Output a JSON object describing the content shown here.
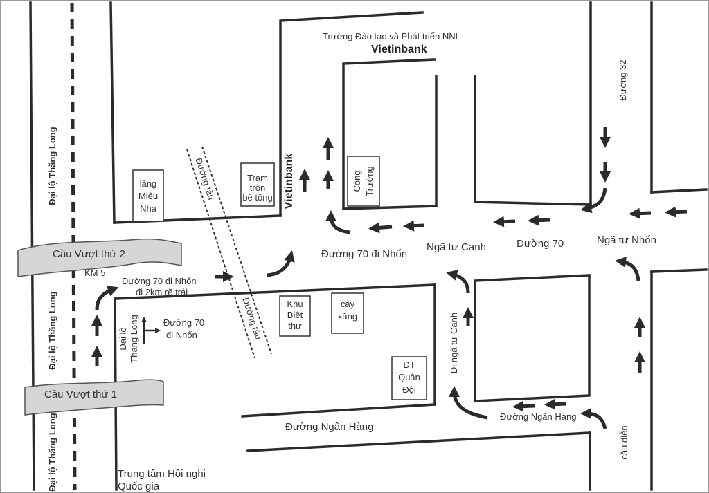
{
  "colors": {
    "road": "#2b2b2b",
    "bridge_fill": "#d6d6d6",
    "frame": "#999999",
    "text": "#333333"
  },
  "labels": {
    "dai_lo_top": "Đại lộ Thăng Long",
    "dai_lo_mid": "Đại lộ Thăng Long",
    "dai_lo_bottom": "Đại lộ Thăng Long",
    "cau_vuot_2": "Cầu Vượt thứ 2",
    "cau_vuot_1": "Cầu Vượt thứ 1",
    "km5": "KM 5",
    "duong70_nhon_line1": "Đường 70 đi Nhổn",
    "duong70_nhon_line2": "đi 2km rẽ trái",
    "dai_lo_small_1": "Đại lộ",
    "dai_lo_small_2": "Thang Long",
    "duong70_small_1": "Đường 70",
    "duong70_small_2": "đi Nhổn",
    "lang_mieu_nha": [
      "làng",
      "Miêu",
      "Nha"
    ],
    "duong_tau_top": "Đường tàu",
    "duong_tau_bottom": "Đường tàu",
    "tram_tron": [
      "Trạm",
      "trộn",
      "bê tông"
    ],
    "vietinbank_vertical": "Vietinbank",
    "truong_dao_tao": "Trường Đào tạo và Phát triển NNL",
    "vietinbank_title": "Vietinbank",
    "cong_truong": [
      "Công",
      "Trường"
    ],
    "duong32": "Đường 32",
    "duong70_di_nhon": "Đường 70 đi Nhổn",
    "nga_tu_canh": "Ngã tư Canh",
    "duong70": "Đường 70",
    "nga_tu_nhon": "Ngã tư Nhổn",
    "khu_biet_thu": [
      "Khu",
      "Biệt",
      "thự"
    ],
    "cay_xang": [
      "cây",
      "xăng"
    ],
    "dt_quan_doi": [
      "DT",
      "Quân",
      "Đội"
    ],
    "di_nga_tu_canh": "Đi ngã tư Canh",
    "duong_ngan_hang_small": "Đường Ngân Hàng",
    "duong_ngan_hang": "Đường Ngân Hàng",
    "cau_dien": "cầu diễn",
    "trung_tam_line1": "Trung tâm Hội nghị",
    "trung_tam_line2": "Quốc gia"
  }
}
